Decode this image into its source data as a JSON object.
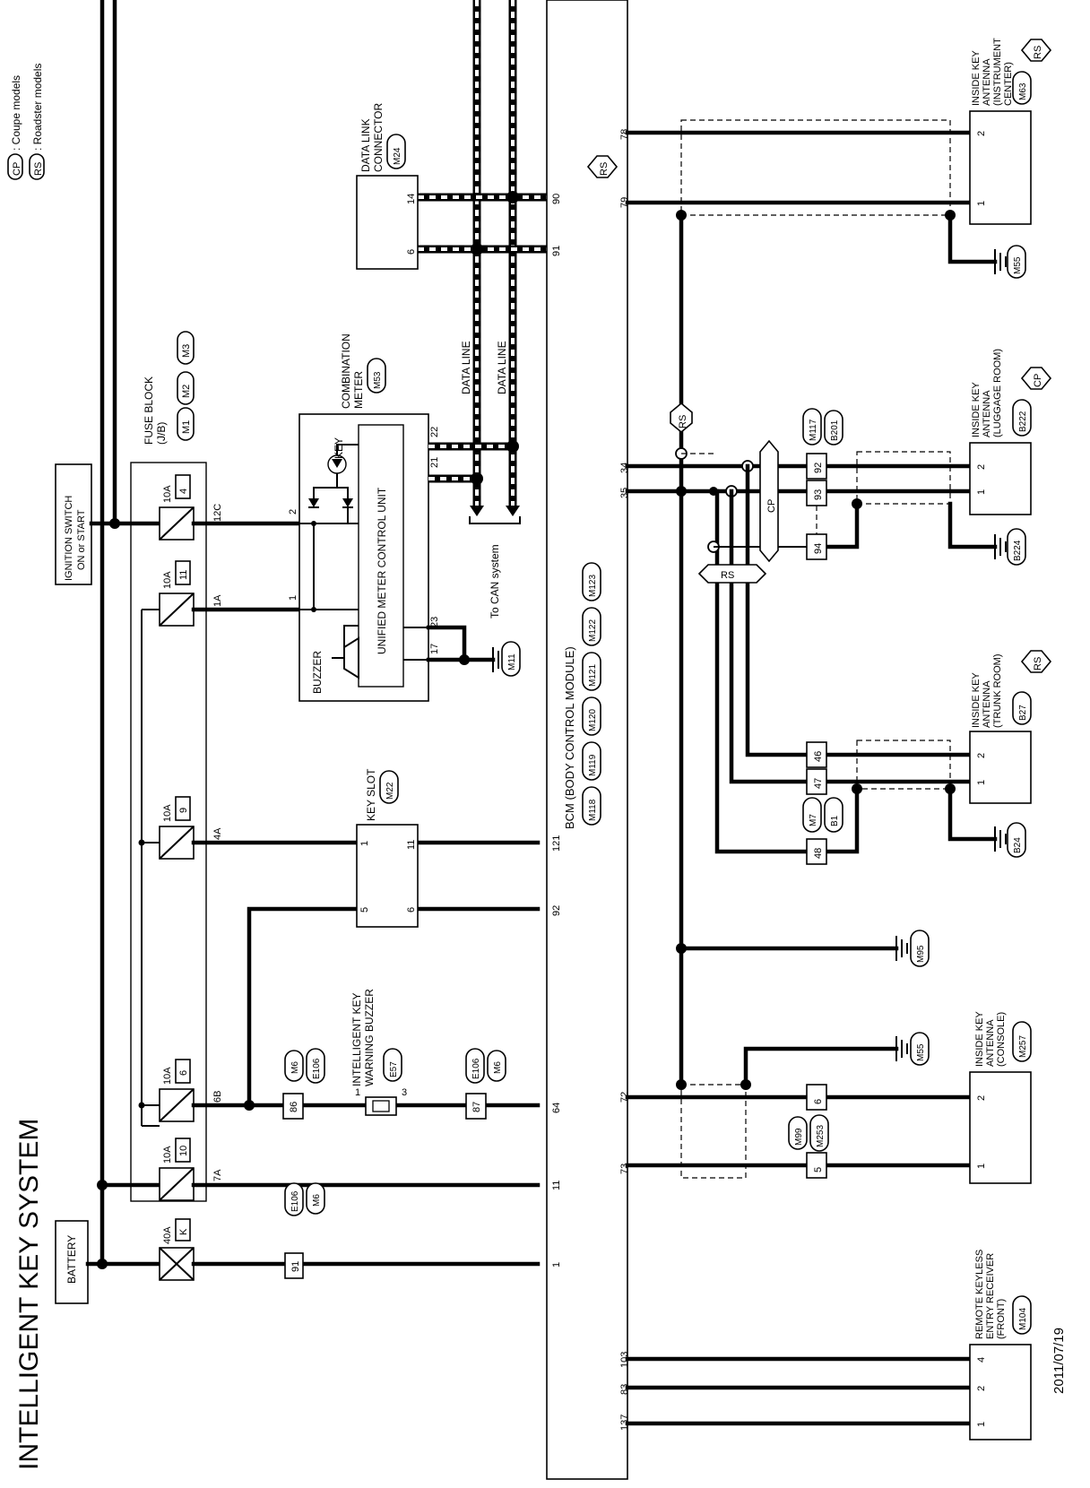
{
  "title": "INTELLIGENT KEY SYSTEM",
  "date": "2011/07/19",
  "legend": {
    "cp": "CP",
    "cp_text": ": Coupe models",
    "rs": "RS",
    "rs_text": ": Roadster models"
  },
  "battery": "BATTERY",
  "ignition_switch": [
    "IGNITION SWITCH",
    "ON or START"
  ],
  "fuse_block": {
    "label": [
      "FUSE BLOCK",
      "(J/B)"
    ],
    "connectors": [
      "M1",
      "M2",
      "M3"
    ]
  },
  "fuses": [
    {
      "rating": "40A",
      "id": "K"
    },
    {
      "rating": "10A",
      "id": "10",
      "terminal": "7A"
    },
    {
      "rating": "10A",
      "id": "6",
      "terminal": "6B"
    },
    {
      "rating": "10A",
      "id": "9",
      "terminal": "4A"
    },
    {
      "rating": "10A",
      "id": "11",
      "terminal": "1A"
    },
    {
      "rating": "10A",
      "id": "4",
      "terminal": "12C"
    }
  ],
  "combination_meter": {
    "label": [
      "COMBINATION",
      "METER"
    ],
    "connector": "M53",
    "unit": "UNIFIED METER CONTROL UNIT",
    "buzzer": "BUZZER",
    "key": "KEY",
    "pins": [
      "2",
      "1",
      "21",
      "22",
      "23",
      "17"
    ]
  },
  "data_link_connector": {
    "label": [
      "DATA LINK",
      "CONNECTOR"
    ],
    "connector": "M24",
    "pins": [
      "14",
      "6"
    ]
  },
  "data_line": "DATA LINE",
  "to_can": "To CAN system",
  "key_slot": {
    "label": "KEY SLOT",
    "connector": "M22",
    "pins": [
      "1",
      "11",
      "5",
      "6"
    ]
  },
  "warning_buzzer": {
    "label": [
      "INTELLIGENT KEY",
      "WARNING BUZZER"
    ],
    "connector": "E57",
    "pins": [
      "1",
      "3"
    ]
  },
  "harness_connectors": [
    {
      "pin": "86",
      "tags": [
        "M6",
        "E106"
      ]
    },
    {
      "pin": "87",
      "tags": [
        "E106",
        "M6"
      ]
    },
    {
      "pin": "91",
      "tags": [
        "E106",
        "M6"
      ]
    }
  ],
  "bcm": {
    "label": "BCM (BODY CONTROL MODULE)",
    "connectors": [
      "M118",
      "M119",
      "M120",
      "M121",
      "M122",
      "M123"
    ],
    "left_pins": [
      "90",
      "91",
      "121",
      "92",
      "64",
      "11",
      "1"
    ],
    "right_pins": [
      "78",
      "79",
      "34",
      "35",
      "72",
      "73",
      "103",
      "83",
      "137"
    ]
  },
  "grounds": [
    "M11",
    "M55",
    "B224",
    "B24",
    "M95",
    "M55"
  ],
  "antenna_instrument": {
    "label": [
      "INSIDE KEY",
      "ANTENNA",
      "(INSTRUMENT",
      "CENTER)"
    ],
    "connector": "M63",
    "tag": "RS",
    "pins": [
      "2",
      "1"
    ]
  },
  "antenna_luggage": {
    "label": [
      "INSIDE KEY",
      "ANTENNA",
      "(LUGGAGE ROOM)"
    ],
    "connector": "B222",
    "tag": "CP",
    "pins": [
      "2",
      "1"
    ]
  },
  "antenna_trunk": {
    "label": [
      "INSIDE KEY",
      "ANTENNA",
      "(TRUNK ROOM)"
    ],
    "connector": "B27",
    "tag": "RS",
    "pins": [
      "2",
      "1"
    ]
  },
  "antenna_console": {
    "label": [
      "INSIDE KEY",
      "ANTENNA",
      "(CONSOLE)"
    ],
    "connector": "M257",
    "pins": [
      "2",
      "1"
    ]
  },
  "remote_receiver": {
    "label": [
      "REMOTE KEYLESS",
      "ENTRY RECEIVER",
      "(FRONT)"
    ],
    "connector": "M104",
    "pins": [
      "4",
      "2",
      "1"
    ]
  },
  "joint_m117": {
    "tags": [
      "M117",
      "B201"
    ],
    "pins": [
      "92",
      "93",
      "94"
    ]
  },
  "joint_m7": {
    "tags": [
      "M7",
      "B1"
    ],
    "pins": [
      "46",
      "47",
      "48"
    ]
  },
  "joint_m99": {
    "tags": [
      "M99",
      "M253"
    ],
    "pins": [
      "6",
      "5"
    ]
  },
  "tags": {
    "rs": "RS",
    "cp": "CP"
  }
}
